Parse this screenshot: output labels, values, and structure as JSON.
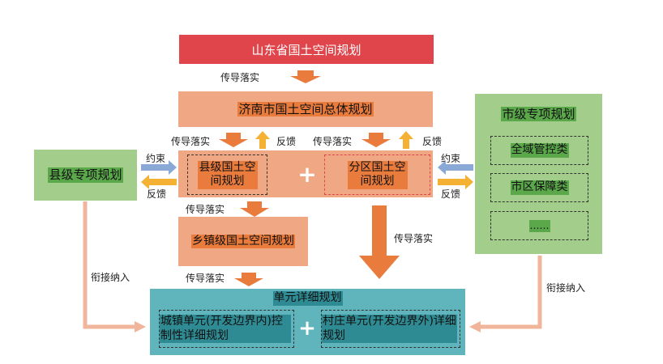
{
  "colors": {
    "red": "#e0454b",
    "orange": "#efa883",
    "orange_dark": "#e97b3d",
    "green": "#a2cd8b",
    "teal": "#5fb5bb",
    "yellow": "#f5b133",
    "blue": "#8aa9d6",
    "peach_line": "#f0b59a",
    "white": "#ffffff"
  },
  "nodes": {
    "province": "山东省国土空间规划",
    "city_master": "济南市国土空间总体规划",
    "county_box": "县级国土空间规划",
    "district_box": "分区国土空间规划",
    "plus_symbol": "+",
    "township": "乡镇级国土空间规划",
    "unit_title": "单元详细规划",
    "town_unit": "城镇单元(开发边界内)控制性详细规划",
    "village_unit": "村庄单元(开发边界外)详细规划",
    "county_special": "县级专项规划",
    "city_special_title": "市级专项规划",
    "city_special_items": [
      "全域管控类",
      "市区保障类",
      "……"
    ]
  },
  "labels": {
    "province_to_city": "传导落实",
    "city_to_county": "传导落实",
    "county_feedback": "反馈",
    "city_to_district": "传导落实",
    "district_feedback": "反馈",
    "left_constraint": "约束",
    "left_feedback": "反馈",
    "right_constraint": "约束",
    "right_feedback": "反馈",
    "to_township": "传导落实",
    "township_to_unit": "传导落实",
    "district_to_unit": "传导落实",
    "left_link": "衔接纳入",
    "right_link": "衔接纳入"
  }
}
